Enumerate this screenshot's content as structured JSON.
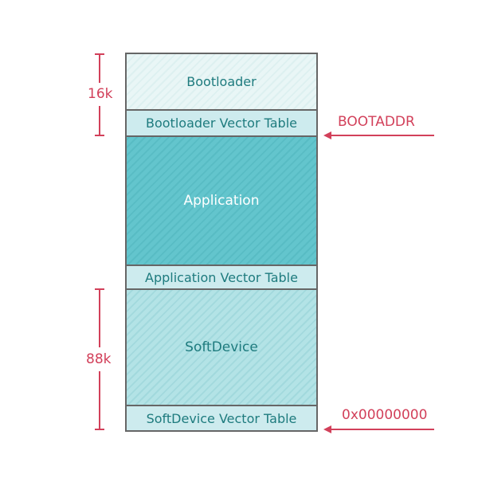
{
  "segments": {
    "bootloader": "Bootloader",
    "bootloader_vector_table": "Bootloader Vector Table",
    "application": "Application",
    "application_vector_table": "Application Vector Table",
    "softdevice": "SoftDevice",
    "softdevice_vector_table": "SoftDevice Vector Table"
  },
  "sizes": {
    "bootloader": "16k",
    "softdevice": "88k"
  },
  "pointers": {
    "bootaddr": "BOOTADDR",
    "base": "0x00000000"
  },
  "colors": {
    "accent": "#d2405a",
    "text": "#1e7b7e",
    "application": "#63c5cd",
    "softdevice": "#b3e3e6",
    "vector_table": "#cdebee",
    "bootloader": "#e9f6f6"
  }
}
